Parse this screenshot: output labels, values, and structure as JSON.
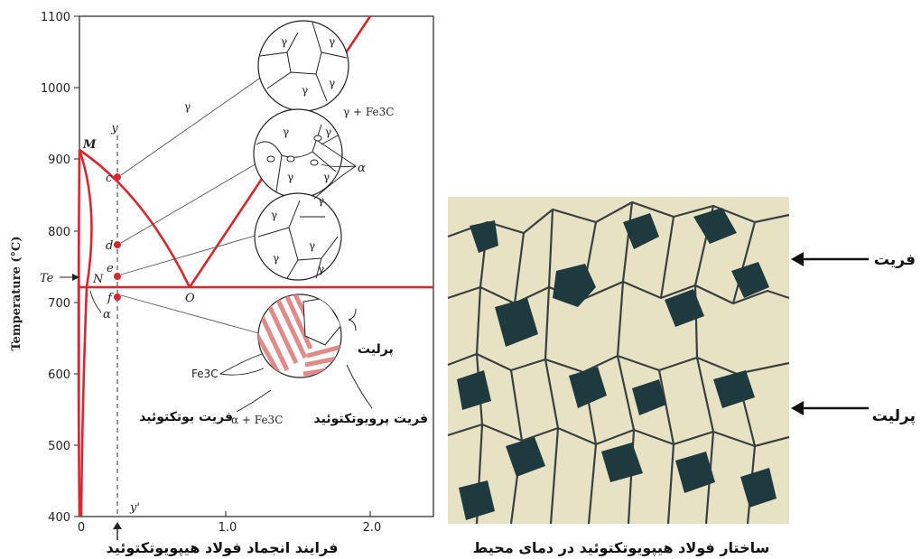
{
  "diagram": {
    "y_axis_label": "Temperature (°C)",
    "y_ticks": [
      "400",
      "500",
      "600",
      "700",
      "800",
      "900",
      "1000",
      "1100"
    ],
    "x_ticks": [
      "0",
      "1.0",
      "2.0"
    ],
    "point_labels": {
      "M": "M",
      "N": "N",
      "O": "O",
      "Te": "Te",
      "y": "y",
      "y_prime": "y'",
      "c": "c",
      "d": "d",
      "e": "e",
      "f": "f",
      "alpha": "α"
    },
    "phase_labels": {
      "gamma": "γ",
      "gamma_fe3c": "γ + Fe3C",
      "alpha_fe3c": "α + Fe3C",
      "alpha_bottom": "α",
      "alpha_circle": "α",
      "fe3c": "Fe3C"
    },
    "grain_labels": [
      "γ",
      "γ",
      "γ",
      "γ",
      "γ",
      "γ",
      "γ",
      "γ",
      "γ",
      "γ",
      "γ",
      "γ",
      "γ"
    ],
    "annotations": {
      "pearlite": "پرلیت",
      "eutectoid_ferrite": "فریت یوتکتوئید",
      "proeutectoid_ferrite": "فریت پرویوتکتوئید"
    },
    "caption": "فرایند انجماد فولاد هیپویوتکتوئید",
    "colors": {
      "phase_lines": "#d7282f",
      "points": "#d7282f",
      "axes": "#222222"
    }
  },
  "micrograph": {
    "labels": {
      "ferrite": "فریت",
      "pearlite": "پرلیت"
    },
    "caption": "ساختار فولاد هیپویوتکتوئید در دمای محیط",
    "colors": {
      "background": "#e8e2c4",
      "boundaries": "#3a4040",
      "pearlite": "#1f3a3e"
    }
  }
}
